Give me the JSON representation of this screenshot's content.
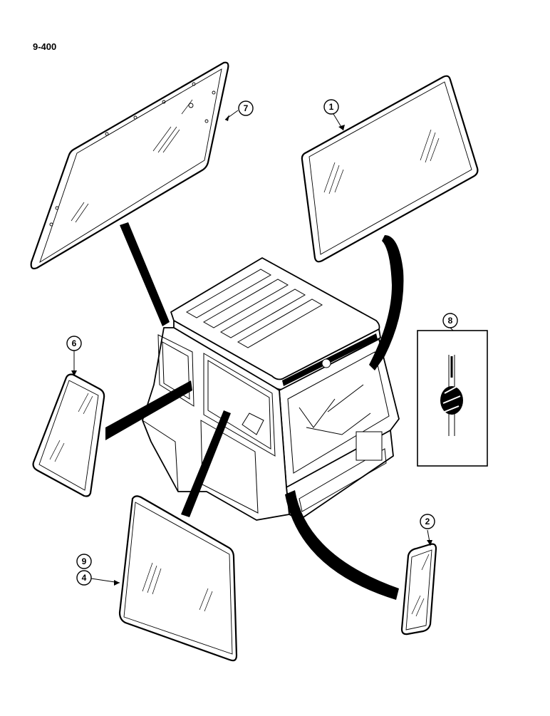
{
  "page_id": "9-400",
  "callouts": [
    {
      "id": "callout-7",
      "label": "7"
    },
    {
      "id": "callout-1",
      "label": "1"
    },
    {
      "id": "callout-6",
      "label": "6"
    },
    {
      "id": "callout-8",
      "label": "8"
    },
    {
      "id": "callout-9",
      "label": "9"
    },
    {
      "id": "callout-4",
      "label": "4"
    },
    {
      "id": "callout-2",
      "label": "2"
    }
  ]
}
